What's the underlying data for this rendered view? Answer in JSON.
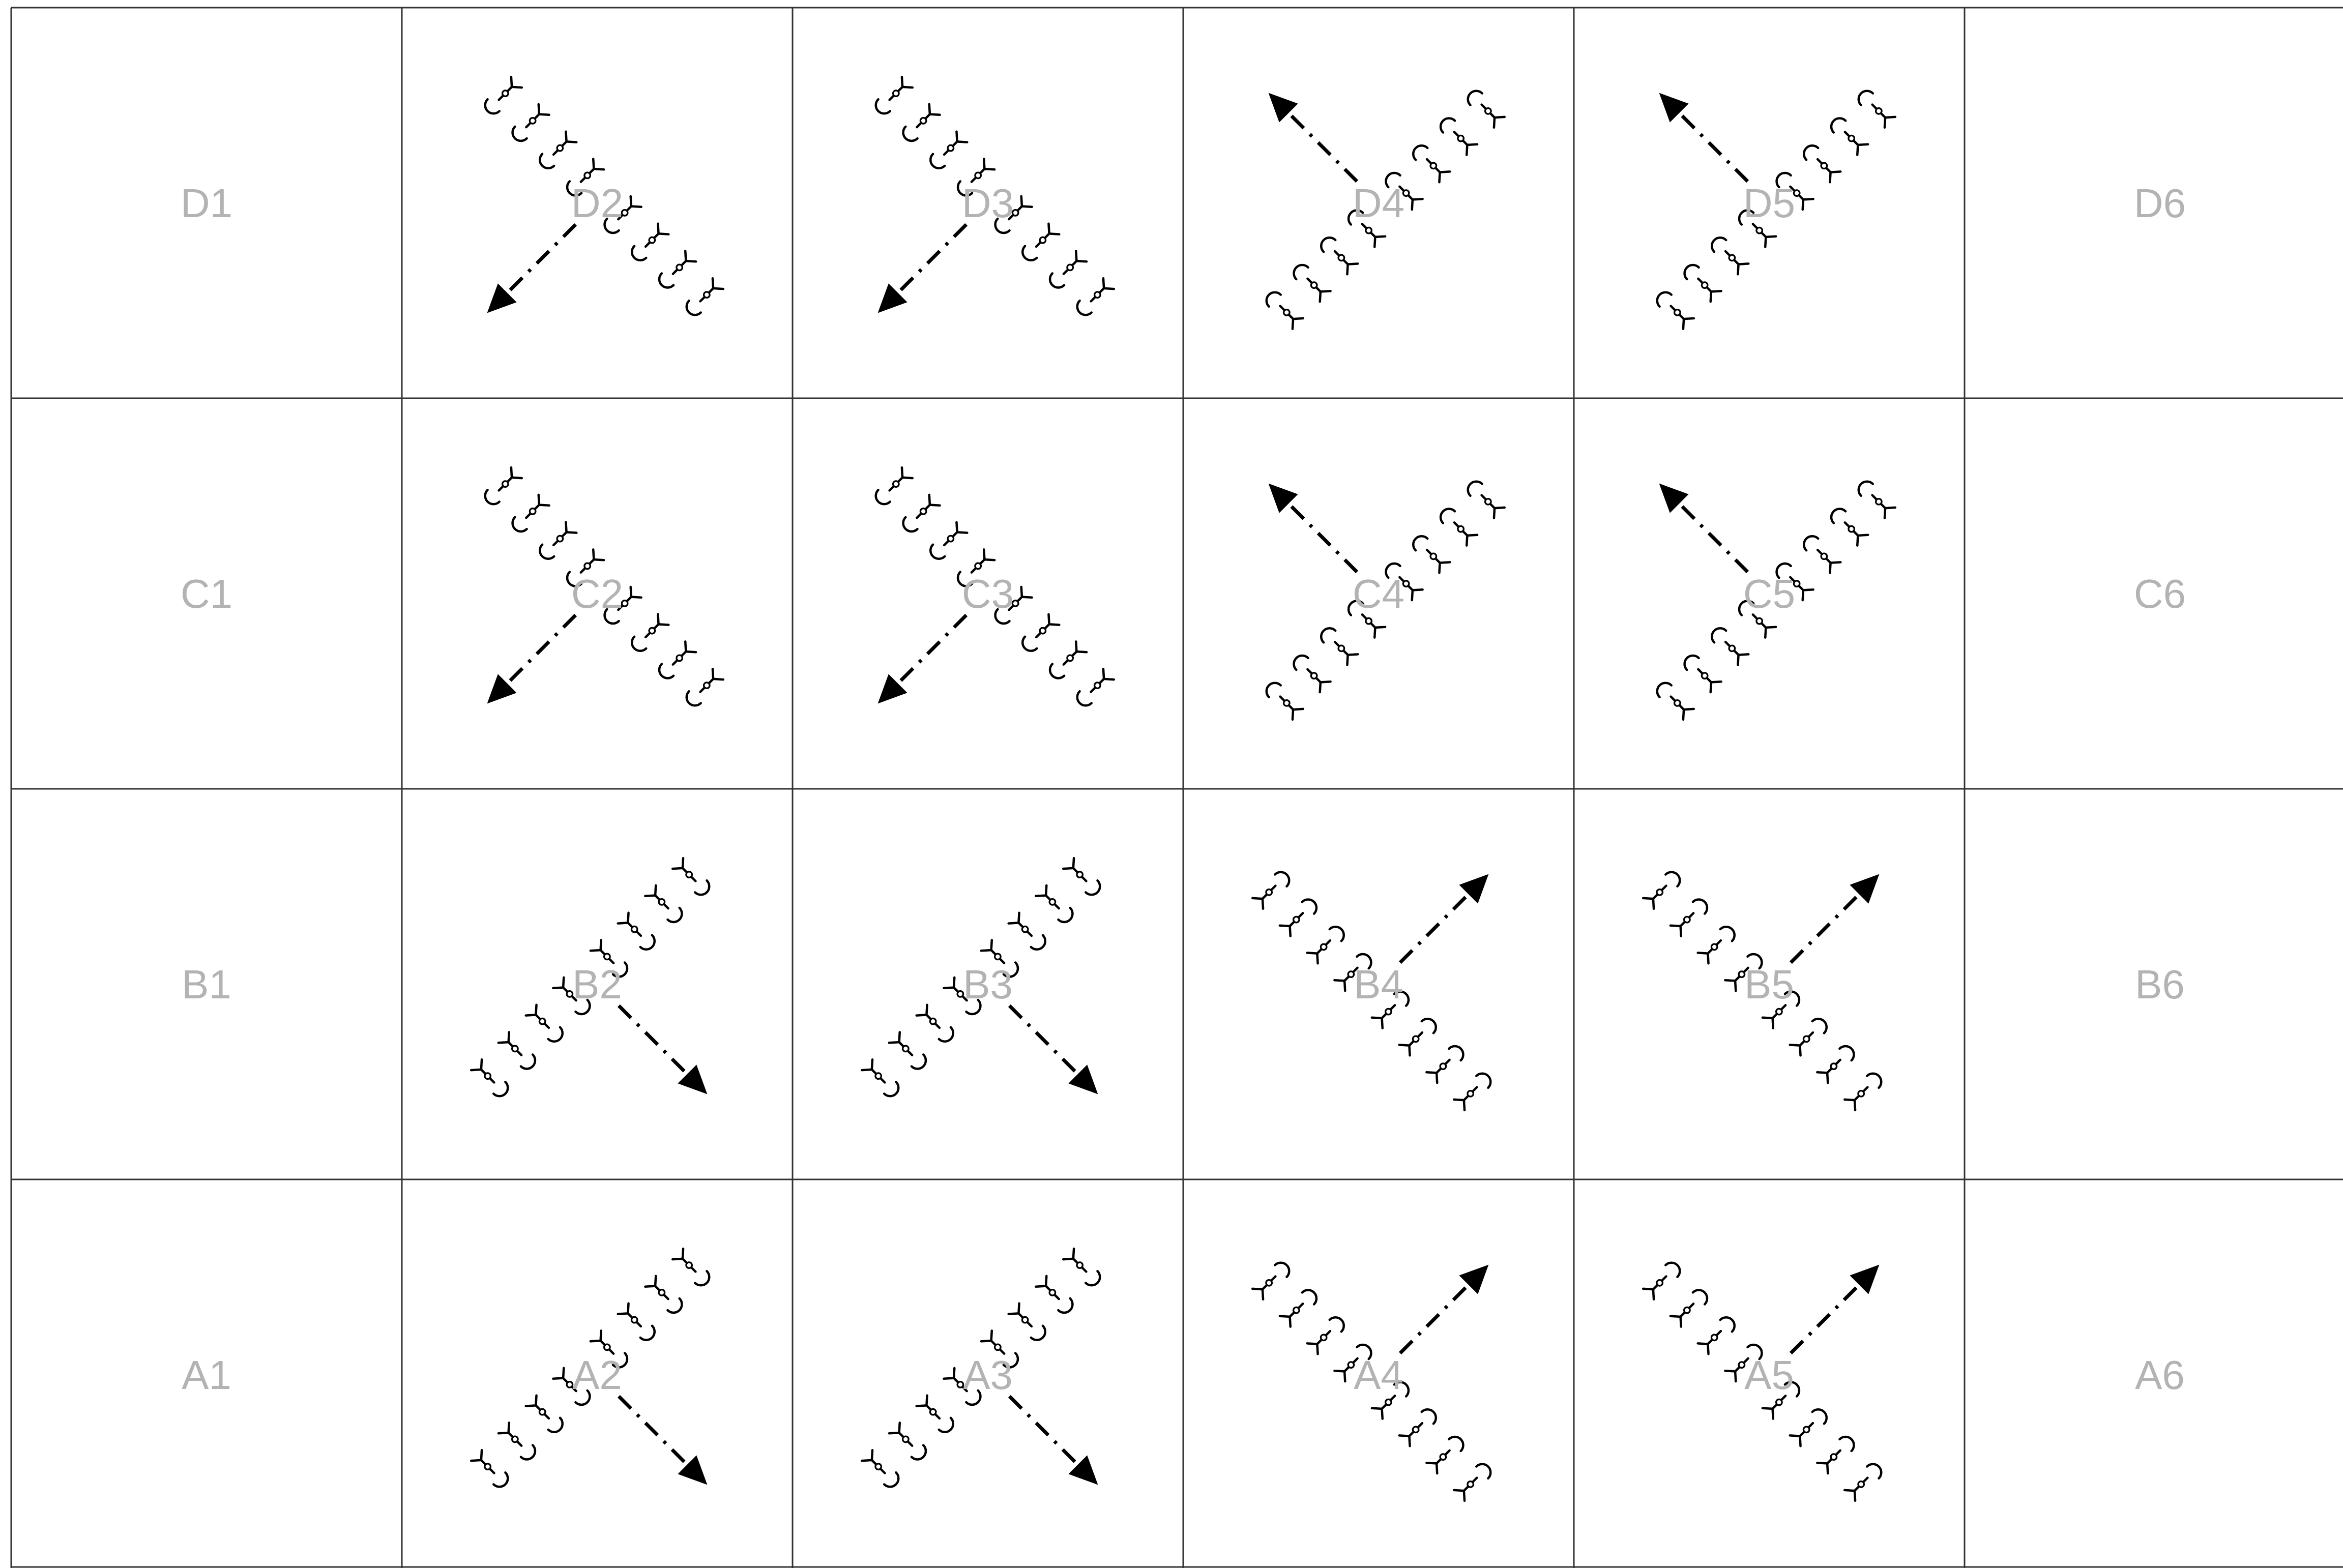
{
  "grid": {
    "rows": [
      "D",
      "C",
      "B",
      "A"
    ],
    "columns": [
      1,
      2,
      3,
      4,
      5,
      6
    ],
    "line_color": "#333333",
    "label_color": "#b3b3b3"
  },
  "cells": [
    {
      "id": "D1",
      "label": "D1",
      "has_layout": false
    },
    {
      "id": "D2",
      "label": "D2",
      "has_layout": true,
      "chair_row": "diagonal-down-right",
      "chairs": 8,
      "arrow": "down-left"
    },
    {
      "id": "D3",
      "label": "D3",
      "has_layout": true,
      "chair_row": "diagonal-down-right",
      "chairs": 8,
      "arrow": "down-left"
    },
    {
      "id": "D4",
      "label": "D4",
      "has_layout": true,
      "chair_row": "diagonal-up-right",
      "chairs": 8,
      "arrow": "up-left"
    },
    {
      "id": "D5",
      "label": "D5",
      "has_layout": true,
      "chair_row": "diagonal-up-right",
      "chairs": 8,
      "arrow": "up-left"
    },
    {
      "id": "D6",
      "label": "D6",
      "has_layout": false
    },
    {
      "id": "C1",
      "label": "C1",
      "has_layout": false
    },
    {
      "id": "C2",
      "label": "C2",
      "has_layout": true,
      "chair_row": "diagonal-down-right",
      "chairs": 8,
      "arrow": "down-left"
    },
    {
      "id": "C3",
      "label": "C3",
      "has_layout": true,
      "chair_row": "diagonal-down-right",
      "chairs": 8,
      "arrow": "down-left"
    },
    {
      "id": "C4",
      "label": "C4",
      "has_layout": true,
      "chair_row": "diagonal-up-right",
      "chairs": 8,
      "arrow": "up-left"
    },
    {
      "id": "C5",
      "label": "C5",
      "has_layout": true,
      "chair_row": "diagonal-up-right",
      "chairs": 8,
      "arrow": "up-left"
    },
    {
      "id": "C6",
      "label": "C6",
      "has_layout": false
    },
    {
      "id": "B1",
      "label": "B1",
      "has_layout": false
    },
    {
      "id": "B2",
      "label": "B2",
      "has_layout": true,
      "chair_row": "diagonal-up-right",
      "chairs": 8,
      "arrow": "down-right"
    },
    {
      "id": "B3",
      "label": "B3",
      "has_layout": true,
      "chair_row": "diagonal-up-right",
      "chairs": 8,
      "arrow": "down-right"
    },
    {
      "id": "B4",
      "label": "B4",
      "has_layout": true,
      "chair_row": "diagonal-down-right",
      "chairs": 8,
      "arrow": "up-right"
    },
    {
      "id": "B5",
      "label": "B5",
      "has_layout": true,
      "chair_row": "diagonal-down-right",
      "chairs": 8,
      "arrow": "up-right"
    },
    {
      "id": "B6",
      "label": "B6",
      "has_layout": false
    },
    {
      "id": "A1",
      "label": "A1",
      "has_layout": false
    },
    {
      "id": "A2",
      "label": "A2",
      "has_layout": true,
      "chair_row": "diagonal-up-right",
      "chairs": 8,
      "arrow": "down-right"
    },
    {
      "id": "A3",
      "label": "A3",
      "has_layout": true,
      "chair_row": "diagonal-up-right",
      "chairs": 8,
      "arrow": "down-right"
    },
    {
      "id": "A4",
      "label": "A4",
      "has_layout": true,
      "chair_row": "diagonal-down-right",
      "chairs": 8,
      "arrow": "up-right"
    },
    {
      "id": "A5",
      "label": "A5",
      "has_layout": true,
      "chair_row": "diagonal-down-right",
      "chairs": 8,
      "arrow": "up-right"
    },
    {
      "id": "A6",
      "label": "A6",
      "has_layout": false
    }
  ]
}
